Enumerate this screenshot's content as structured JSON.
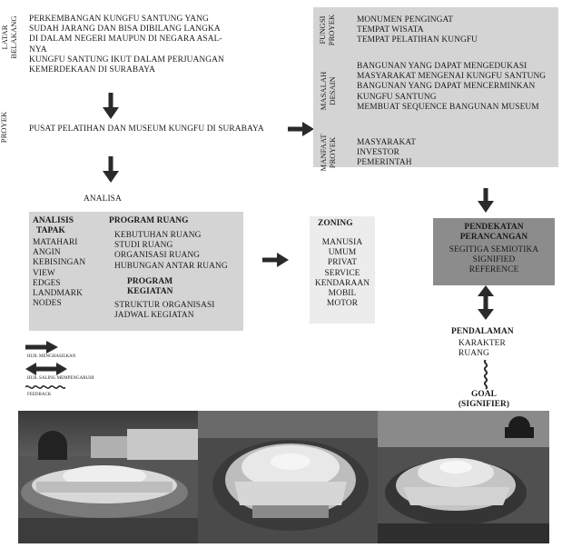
{
  "side_labels": {
    "latar_belakang": [
      "LATAR",
      "BELAKANG"
    ],
    "proyek": "PROYEK"
  },
  "latar_belakang_text": [
    "PERKEMBANGAN KUNGFU SANTUNG YANG",
    "SUDAH JARANG DAN BISA DIBILANG LANGKA",
    "DI DALAM NEGERI MAUPUN DI NEGARA ASAL-",
    "NYA",
    "KUNGFU SANTUNG IKUT DALAM PERJUANGAN",
    "KEMERDEKAAN DI SURABAYA"
  ],
  "proyek_text": "PUSAT PELATIHAN DAN MUSEUM KUNGFU DI SURABAYA",
  "analisa_label": "ANALISA",
  "right_panel": {
    "fungsi": {
      "label": [
        "FUNGSI",
        "PROYEK"
      ],
      "items": [
        "MONUMEN PENGINGAT",
        "TEMPAT WISATA",
        "TEMPAT PELATIHAN KUNGFU"
      ]
    },
    "masalah": {
      "label": [
        "MASALAH",
        "DESAIN"
      ],
      "items": [
        "BANGUNAN YANG DAPAT MENGEDUKASI",
        "MASYARAKAT MENGENAI KUNGFU SANTUNG",
        "BANGUNAN YANG DAPAT MENCERMINKAN",
        "KUNGFU SANTUNG",
        "MEMBUAT SEQUENCE BANGUNAN MUSEUM"
      ]
    },
    "manfaat": {
      "label": [
        "MANFAAT",
        "PROYEK"
      ],
      "items": [
        "MASYARAKAT",
        "INVESTOR",
        "PEMERINTAH"
      ]
    }
  },
  "analisis_tapak": {
    "title": [
      "ANALISIS",
      "TAPAK"
    ],
    "items": [
      "MATAHARI",
      "ANGIN",
      "KEBISINGAN",
      "VIEW",
      "EDGES",
      "LANDMARK",
      "NODES"
    ]
  },
  "program_ruang": {
    "title": "PROGRAM RUANG",
    "items": [
      "KEBUTUHAN RUANG",
      "STUDI RUANG",
      "ORGANISASI RUANG",
      "HUBUNGAN ANTAR RUANG"
    ]
  },
  "program_kegiatan": {
    "title": [
      "PROGRAM",
      "KEGIATAN"
    ],
    "items": [
      "STRUKTUR ORGANISASI",
      "JADWAL KEGIATAN"
    ]
  },
  "zoning": {
    "title": "ZONING",
    "items": [
      "MANUSIA",
      "UMUM",
      "PRIVAT",
      "SERVICE",
      "KENDARAAN",
      "MOBIL",
      "MOTOR"
    ]
  },
  "pendekatan": {
    "title": [
      "PENDEKATAN",
      "PERANCANGAN"
    ],
    "items": [
      "SEGITIGA SEMIOTIKA",
      "SIGNIFIED",
      "REFERENCE"
    ]
  },
  "pendalaman": {
    "title": "PENDALAMAN",
    "items": [
      "KARAKTER",
      "RUANG"
    ]
  },
  "goal": [
    "GOAL",
    "(SIGNIFIER)"
  ],
  "legend": {
    "menghasilkan": "HUB. MENGHASILKAN",
    "mempengaruhi": "HUB. SALING MEMPENGARUHI",
    "feedback": "FEEDBACK"
  },
  "colors": {
    "box_gray": "#d4d4d4",
    "box_light": "#ececec",
    "box_dark": "#8c8c8c",
    "arrow": "#2a2a2a"
  },
  "photos": [
    "building-render-side-view",
    "building-render-aerial-view",
    "building-render-angled-view"
  ]
}
